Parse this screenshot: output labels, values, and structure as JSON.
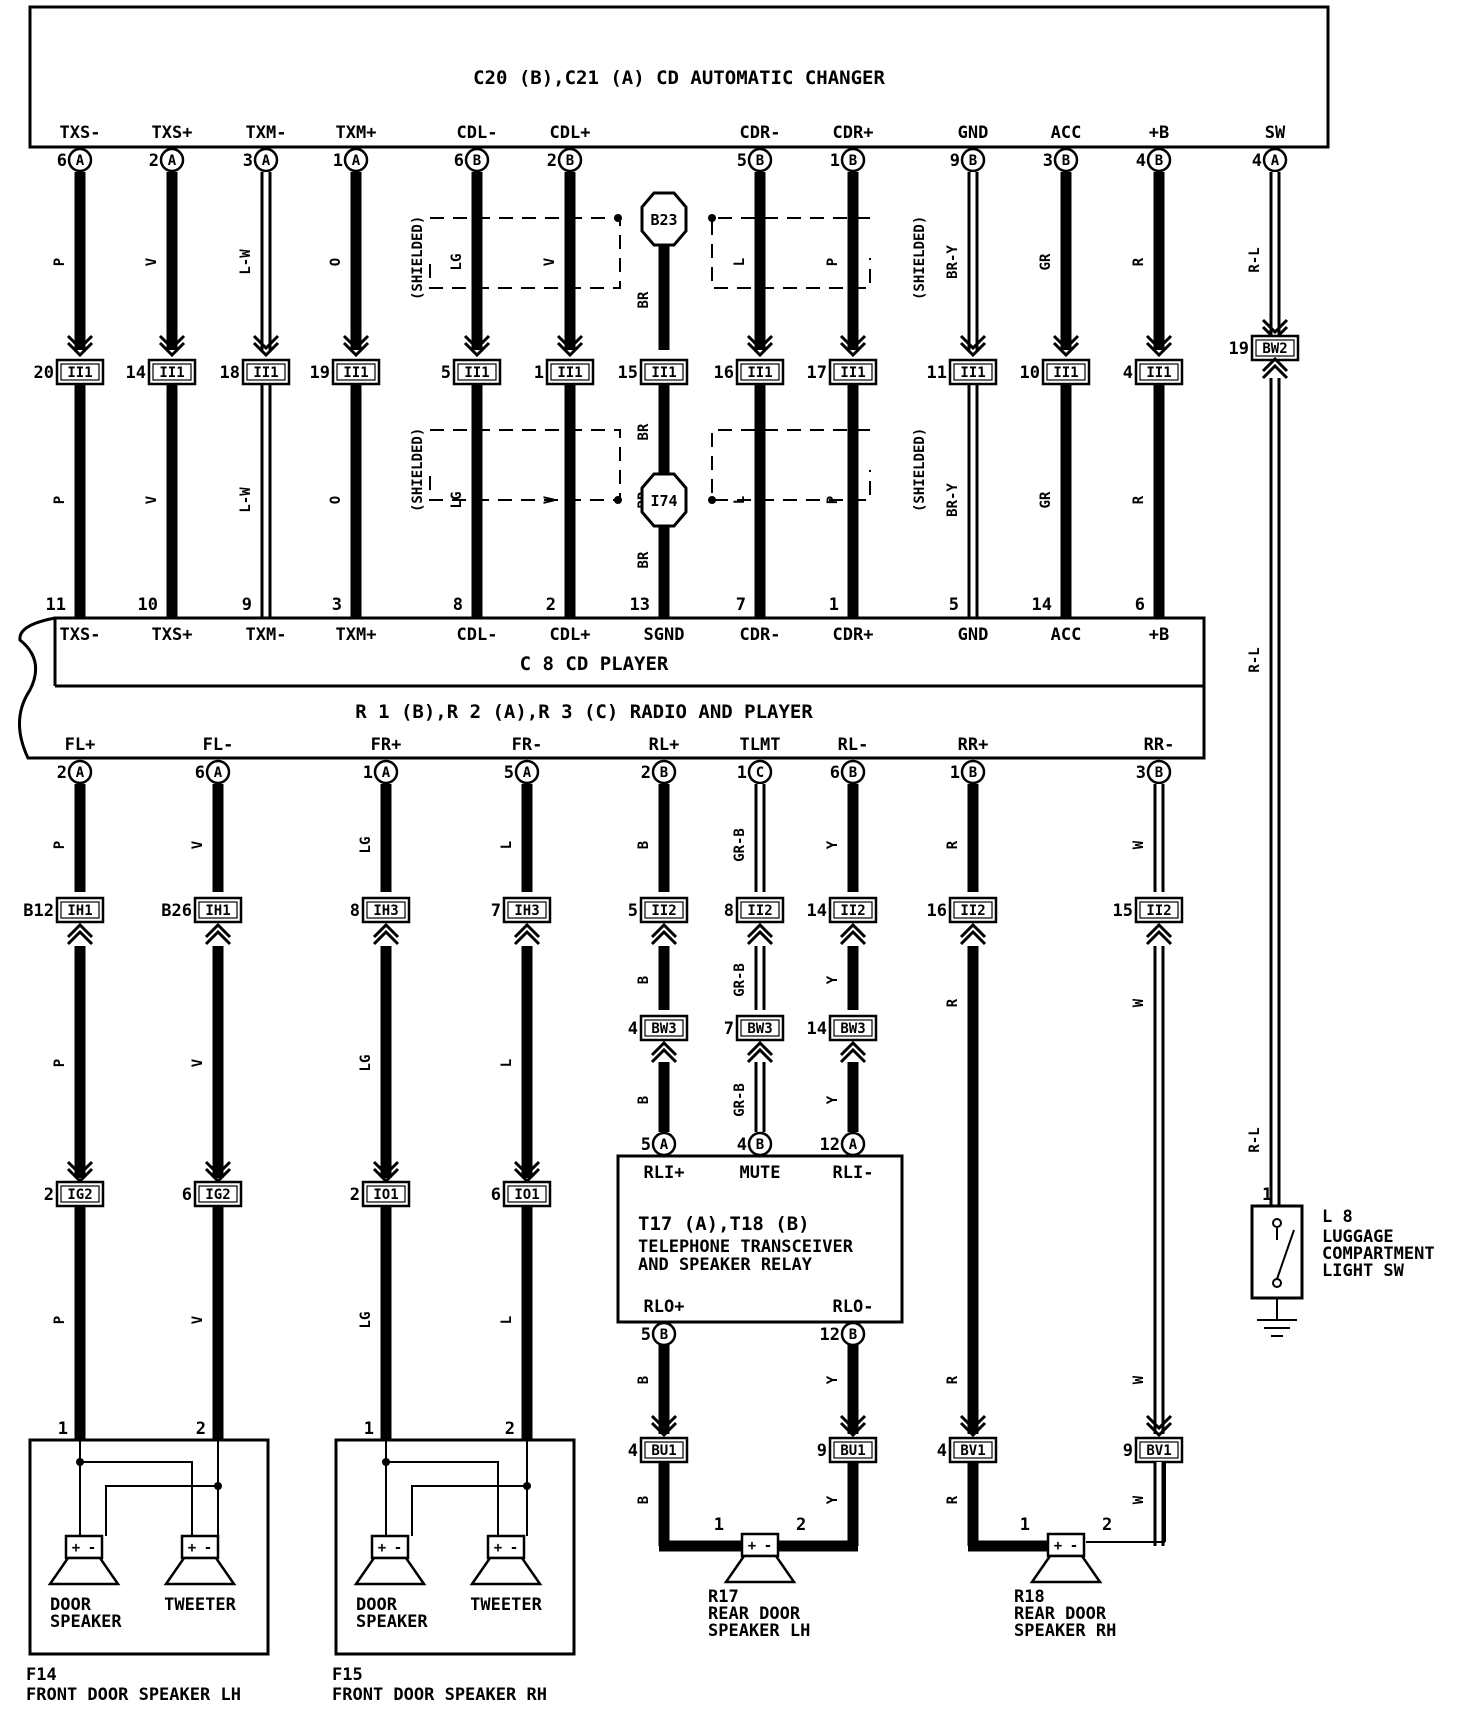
{
  "cd_changer": {
    "title": "C20 (B),C21 (A) CD AUTOMATIC CHANGER",
    "pins": [
      "TXS-",
      "TXS+",
      "TXM-",
      "TXM+",
      "CDL-",
      "CDL+",
      "CDR-",
      "CDR+",
      "GND",
      "ACC",
      "+B",
      "SW"
    ],
    "pin_refs": [
      "6(A)",
      "2(A)",
      "3(A)",
      "1(A)",
      "6(B)",
      "2(B)",
      "5(B)",
      "1(B)",
      "9(B)",
      "3(B)",
      "4(B)",
      "4(A)"
    ]
  },
  "shielded_label": "(SHIELDED)",
  "splices": [
    "B23",
    "I74"
  ],
  "upper_wires": {
    "colors_top": [
      "P",
      "V",
      "L-W",
      "O",
      "LG",
      "V",
      "BR",
      "L",
      "P",
      "BR-Y",
      "GR",
      "R",
      "R-L"
    ],
    "colors_mid": [
      "P",
      "V",
      "L-W",
      "O",
      "LG",
      "V",
      "BR",
      "L",
      "P",
      "BR-Y",
      "GR",
      "R",
      "R-L"
    ],
    "br_extra": [
      "BR",
      "BR"
    ],
    "connectors_top": [
      "20 II1",
      "14 II1",
      "18 II1",
      "19 II1",
      "5 II1",
      "1 II1",
      "15 II1",
      "16 II1",
      "17 II1",
      "11 II1",
      "10 II1",
      "4 II1",
      "19 BW2"
    ],
    "player_pin_numbers": [
      "11",
      "10",
      "9",
      "3",
      "8",
      "2",
      "13",
      "7",
      "1",
      "5",
      "14",
      "6"
    ]
  },
  "cd_player": {
    "pins": [
      "TXS-",
      "TXS+",
      "TXM-",
      "TXM+",
      "CDL-",
      "CDL+",
      "SGND",
      "CDR-",
      "CDR+",
      "GND",
      "ACC",
      "+B"
    ],
    "title": "C 8 CD PLAYER"
  },
  "radio_player": {
    "title": "R 1 (B),R 2 (A),R 3 (C) RADIO AND PLAYER",
    "pins": [
      "FL+",
      "FL-",
      "FR+",
      "FR-",
      "RL+",
      "TLMT",
      "RL-",
      "RR+",
      "RR-"
    ],
    "pin_refs": [
      "2(A)",
      "6(A)",
      "1(A)",
      "5(A)",
      "2(B)",
      "1(C)",
      "6(B)",
      "1(B)",
      "3(B)"
    ]
  },
  "lower_wires": {
    "colors_a": [
      "P",
      "V",
      "LG",
      "L",
      "B",
      "GR-B",
      "Y",
      "R",
      "W"
    ],
    "connectors_1": [
      "B12 IH1",
      "B26 IH1",
      "8 IH3",
      "7 IH3",
      "5 II2",
      "8 II2",
      "14 II2",
      "16 II2",
      "15 II2"
    ],
    "colors_b": [
      "P",
      "V",
      "LG",
      "L",
      "B",
      "GR-B",
      "Y",
      "R",
      "W"
    ],
    "connectors_2": [
      "4 BW3",
      "7 BW3",
      "14 BW3"
    ],
    "colors_c": [
      "B",
      "GR-B",
      "Y"
    ],
    "connectors_3": [
      "2 IG2",
      "6 IG2",
      "2 IO1",
      "6 IO1"
    ],
    "colors_d": [
      "P",
      "V",
      "LG",
      "L"
    ],
    "colors_rear": [
      "B",
      "Y",
      "R",
      "W"
    ],
    "connectors_4": [
      "4 BU1",
      "9 BU1",
      "4 BV1",
      "9 BV1"
    ],
    "colors_rear2": [
      "B",
      "Y",
      "R",
      "W"
    ]
  },
  "telephone": {
    "pin_refs_top": [
      "5(A)",
      "4(B)",
      "12(A)"
    ],
    "pins_top": [
      "RLI+",
      "MUTE",
      "RLI-"
    ],
    "title1": "T17 (A),T18 (B)",
    "title2": "TELEPHONE TRANSCEIVER",
    "title3": "AND SPEAKER RELAY",
    "pins_bottom": [
      "RLO+",
      "RLO-"
    ],
    "pin_refs_bottom": [
      "5(B)",
      "12(B)"
    ]
  },
  "speakers": {
    "f14": {
      "id": "F14",
      "name": "FRONT DOOR SPEAKER LH",
      "door": "DOOR SPEAKER",
      "tweeter": "TWEETER",
      "pins": [
        "1",
        "2"
      ]
    },
    "f15": {
      "id": "F15",
      "name": "FRONT DOOR SPEAKER RH",
      "door": "DOOR SPEAKER",
      "tweeter": "TWEETER",
      "pins": [
        "1",
        "2"
      ]
    },
    "r17": {
      "id": "R17",
      "name": "REAR DOOR SPEAKER LH",
      "pins": [
        "1",
        "2"
      ]
    },
    "r18": {
      "id": "R18",
      "name": "REAR DOOR SPEAKER RH",
      "pins": [
        "1",
        "2"
      ]
    }
  },
  "luggage": {
    "id": "L 8",
    "name": "LUGGAGE COMPARTMENT LIGHT SW",
    "pin": "1",
    "wire_colors": [
      "R-L",
      "R-L",
      "R-L"
    ]
  }
}
